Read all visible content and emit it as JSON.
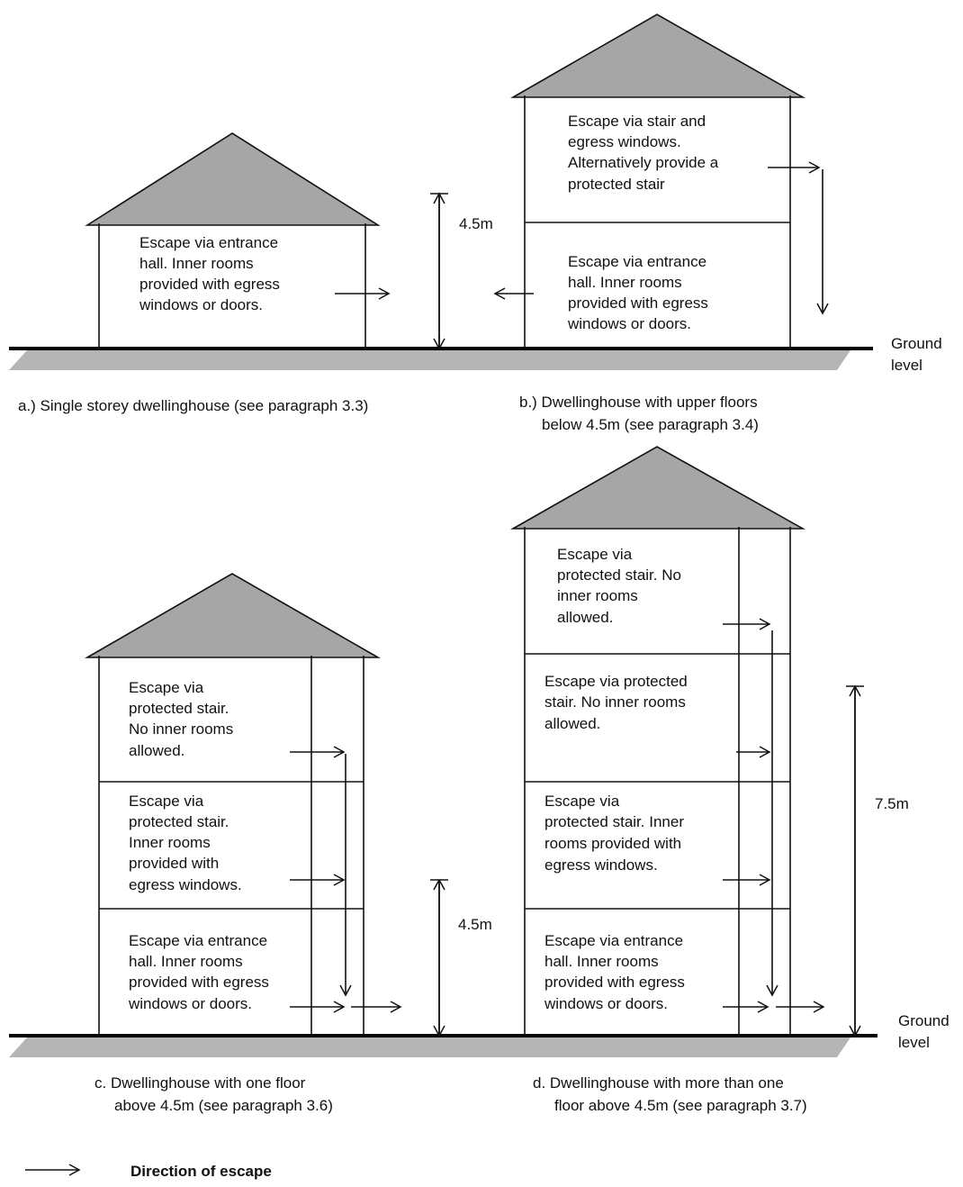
{
  "figure": {
    "a": {
      "label": "Escape via entrance hall. Inner rooms provided with egress windows or doors.",
      "lines": [
        "Escape via entrance",
        "hall. Inner rooms",
        "provided with egress",
        "windows or doors."
      ],
      "caption": "a.) Single storey dwellinghouse  (see paragraph 3.3)"
    },
    "b": {
      "upper": [
        "Escape via stair and",
        "egress windows.",
        "Alternatively provide a",
        "protected stair"
      ],
      "lower": [
        "Escape via entrance",
        "hall. Inner rooms",
        "provided with egress",
        "windows or doors."
      ],
      "caption": [
        "b.) Dwellinghouse with upper floors",
        "below 4.5m (see paragraph 3.4)"
      ]
    },
    "c": {
      "top": [
        "Escape via",
        "protected stair.",
        "No inner rooms",
        "allowed."
      ],
      "middle": [
        "Escape via",
        "protected stair.",
        "Inner rooms",
        "provided with",
        "egress windows."
      ],
      "bottom": [
        "Escape via entrance",
        "hall. Inner rooms",
        "provided with egress",
        "windows or doors."
      ],
      "caption": [
        "c.  Dwellinghouse with one floor",
        "above 4.5m (see paragraph 3.6)"
      ]
    },
    "d": {
      "floor4": [
        "Escape via",
        "protected stair. No",
        "inner rooms",
        "allowed."
      ],
      "floor3": [
        "Escape via protected",
        "stair. No inner rooms",
        "allowed."
      ],
      "floor2": [
        "Escape via",
        "protected stair. Inner",
        "rooms provided with",
        "egress windows."
      ],
      "floor1": [
        "Escape via entrance",
        "hall. Inner rooms",
        "provided with egress",
        "windows or doors."
      ],
      "caption": [
        "d.  Dwellinghouse with more than one",
        "floor above 4.5m (see paragraph 3.7)"
      ]
    },
    "dimensions": {
      "height_top": "4.5m",
      "height_bottom": "4.5m",
      "height_tall": "7.5m"
    },
    "ground_label": [
      "Ground",
      "level"
    ],
    "legend": "Direction of escape"
  }
}
